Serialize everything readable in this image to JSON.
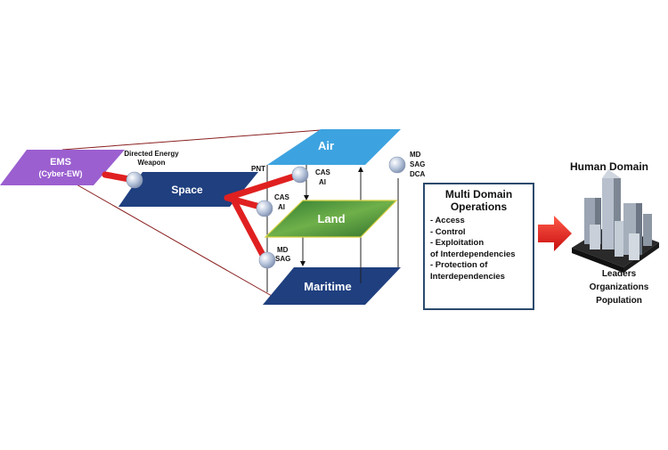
{
  "ems": {
    "title": "EMS",
    "subtitle": "(Cyber-EW)"
  },
  "link_labels": {
    "directed_energy": [
      "Directed Energy",
      "Weapon"
    ],
    "pnt": "PNT",
    "cas_ai_upper": [
      "CAS",
      "AI"
    ],
    "cas_ai_lower": [
      "CAS",
      "AI"
    ],
    "md_sag": [
      "MD",
      "SAG"
    ],
    "md_sag_dca": [
      "MD",
      "SAG",
      "DCA"
    ]
  },
  "planes": {
    "space": "Space",
    "air": "Air",
    "land": "Land",
    "maritime": "Maritime"
  },
  "mdo": {
    "title_line1": "Multi Domain",
    "title_line2": "Operations",
    "items": [
      "- Access",
      "- Control",
      "- Exploitation",
      "of Interdependencies",
      "- Protection of",
      "Interdependencies"
    ]
  },
  "human_domain": {
    "title": "Human Domain",
    "items": [
      "Leaders",
      "Organizations",
      "Population"
    ]
  },
  "colors": {
    "ems": "#9b5fd0",
    "space": "#1f3f7f",
    "air": "#3da3e0",
    "land": "#4e9a3c",
    "maritime": "#1f3f7f",
    "link": "#e02020",
    "arrow": "#e01818"
  },
  "icons": [
    "node-sphere-icon",
    "city-buildings-icon",
    "arrow-right-icon"
  ]
}
